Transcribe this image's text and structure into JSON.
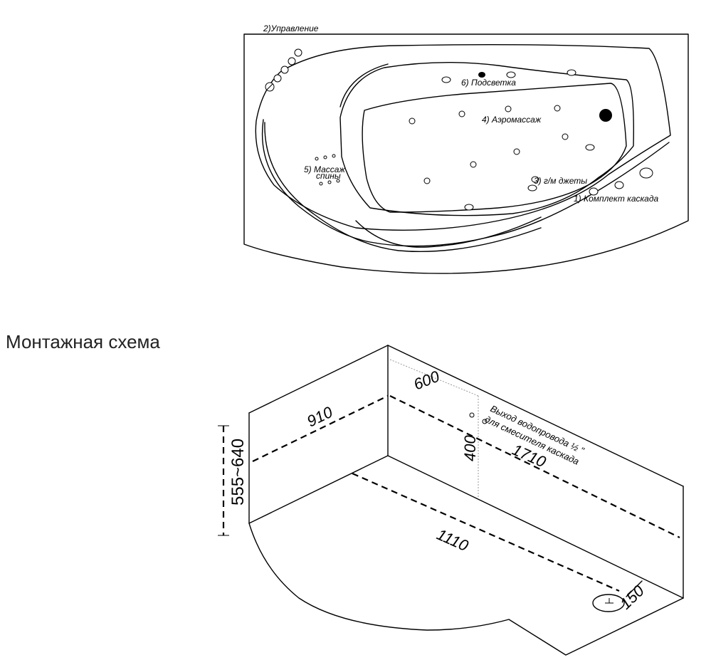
{
  "plan": {
    "labels": {
      "control": "2)Управление",
      "lighting": "6) Подсветка",
      "aeromassage": "4) Аэромассаж",
      "back_massage_1": "5) Массаж",
      "back_massage_2": "спины",
      "hydro_jets": "3) г/м джеты",
      "cascade": "1) Комплект каскада"
    }
  },
  "mounting": {
    "title": "Монтажная схема",
    "dims": {
      "width": "910",
      "height": "555~640",
      "offset": "600",
      "outlet_height": "400",
      "length": "1710",
      "inner_length": "1110",
      "drain": "150"
    },
    "note_1": "Выход водопровода ½ \"",
    "note_2": "для смесителя каскада"
  }
}
